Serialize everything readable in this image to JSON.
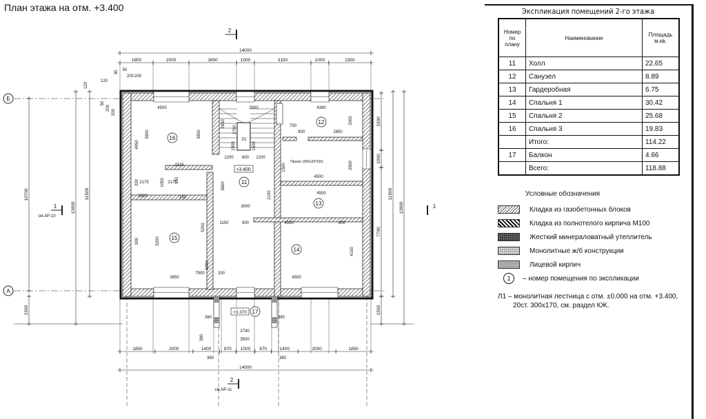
{
  "title": "План этажа на отм. +3.400",
  "table": {
    "caption": "Экспликация помещений 2-го этажа",
    "headers": [
      "Номер по плану",
      "Наименование",
      "Площадь м.кв."
    ],
    "rows": [
      {
        "num": "11",
        "name": "Холл",
        "area": "22.65"
      },
      {
        "num": "12",
        "name": "Санузел",
        "area": "8.89"
      },
      {
        "num": "13",
        "name": "Гардеробная",
        "area": "6.75"
      },
      {
        "num": "14",
        "name": "Спальня 1",
        "area": "30.42"
      },
      {
        "num": "15",
        "name": "Спальня 2",
        "area": "25.68"
      },
      {
        "num": "16",
        "name": "Спальня 3",
        "area": "19.83"
      },
      {
        "num": "",
        "name": "Итого:",
        "area": "114.22"
      },
      {
        "num": "17",
        "name": "Балкон",
        "area": "4.66"
      },
      {
        "num": "",
        "name": "Всего:",
        "area": "118.88"
      }
    ]
  },
  "legend": {
    "heading": "Условные обозначения",
    "items": [
      "Кладка из газобетонных блоков",
      "Кладка из полнотелого кирпича М100",
      "Жесткий минераловатный утеплитель",
      "Монолитные ж/б конструкции",
      "Лицевой кирпич"
    ],
    "room_marker_symbol": "1",
    "room_marker_text": "– номер помещения по экспликации",
    "note_line1": "Л1 – монолитная лестница с отм. ±0.000 на отм. +3.400,",
    "note_line2": "20ст. 300х170, см. раздел КЖ."
  },
  "plan": {
    "axes": [
      "Б",
      "А"
    ],
    "top_total": "14000",
    "top_segments": [
      "1850",
      "2000",
      "2650",
      "1000",
      "3150",
      "1000",
      "2350"
    ],
    "bottom_total": "14000",
    "bottom_segments": [
      "1850",
      "2000",
      "1400",
      "870",
      "1000",
      "870",
      "1400",
      "2000",
      "1850"
    ],
    "bottom_small": [
      "380",
      "380",
      "2740",
      "3500",
      "380",
      "380",
      "380"
    ],
    "left_dims": [
      "10700",
      "13000",
      "11500",
      "1500"
    ],
    "right_dims": [
      "3300",
      "1000",
      "7700",
      "11500",
      "13000",
      "1500"
    ],
    "corner_dims": [
      "120",
      "120",
      "30",
      "50",
      "200",
      "200",
      "50",
      "200",
      "200"
    ],
    "rooms": [
      "16",
      "12",
      "11",
      "13",
      "15",
      "14",
      "17"
    ],
    "elevations": [
      "+3.400",
      "+3.370"
    ],
    "stair_label": "Л1",
    "opening_label": "Проем 1500х2970(h)",
    "inner_dims": [
      "4500",
      "3000",
      "4390",
      "3900",
      "4950",
      "3900",
      "2850",
      "2700",
      "1500",
      "1500",
      "1200",
      "600",
      "1200",
      "750",
      "900",
      "2850",
      "2000",
      "2325",
      "2175",
      "2175",
      "2325",
      "150",
      "150",
      "3600",
      "2500",
      "4500",
      "1500",
      "2100",
      "4500",
      "3000",
      "900",
      "4550",
      "800",
      "1150",
      "900",
      "5200",
      "5200",
      "6250",
      "4150",
      "3850",
      "4500",
      "7900",
      "200",
      "200",
      "1050",
      "1050"
    ],
    "section_marks": [
      {
        "num": "2",
        "ref": ""
      },
      {
        "num": "1",
        "ref": "см.АР-10"
      },
      {
        "num": "1",
        "ref": ""
      },
      {
        "num": "2",
        "ref": "см.АР-11"
      }
    ]
  }
}
